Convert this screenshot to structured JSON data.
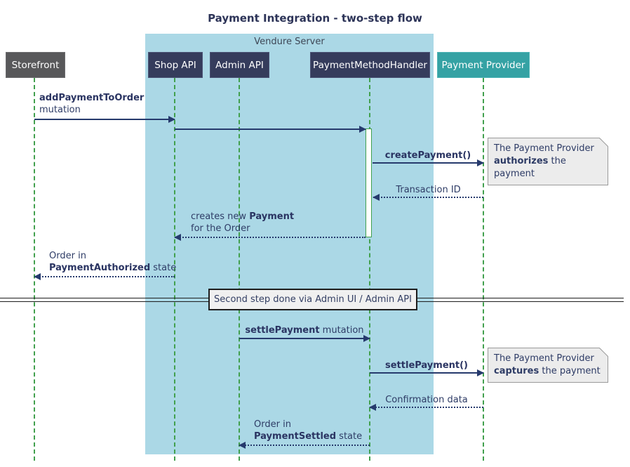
{
  "title": "Payment Integration - two-step flow",
  "server_frame": {
    "label": "Vendure Server"
  },
  "participants": [
    {
      "id": "storefront",
      "label": "Storefront"
    },
    {
      "id": "shop-api",
      "label": "Shop API"
    },
    {
      "id": "admin-api",
      "label": "Admin API"
    },
    {
      "id": "payment-method-handler",
      "label": "PaymentMethodHandler"
    },
    {
      "id": "payment-provider",
      "label": "Payment Provider"
    }
  ],
  "messages": {
    "add_payment": {
      "line1": "addPaymentToOrder",
      "line2": "mutation"
    },
    "create_payment": {
      "label": "createPayment()"
    },
    "transaction_id": {
      "label": "Transaction ID"
    },
    "creates_payment": {
      "line1_pre": "creates new ",
      "line1_bold": "Payment",
      "line2": "for the Order"
    },
    "order_authorized": {
      "line1": "Order in",
      "line2_bold": "PaymentAuthorized",
      "line2_post": " state"
    },
    "settle_mutation": {
      "bold": "settlePayment",
      "rest": " mutation"
    },
    "settle_payment": {
      "label": "settlePayment()"
    },
    "confirmation": {
      "label": "Confirmation data"
    },
    "order_settled": {
      "line1": "Order in",
      "line2_bold": "PaymentSettled",
      "line2_post": " state"
    }
  },
  "divider": {
    "label": "Second step done via Admin UI / Admin API"
  },
  "notes": [
    {
      "line1": "The Payment Provider",
      "bold": "authorizes",
      "rest": " the payment"
    },
    {
      "line1": "The Payment Provider",
      "bold": "captures",
      "rest": " the payment"
    }
  ],
  "colors": {
    "participant_navy": "#353c5c",
    "participant_gray": "#58585a",
    "participant_teal": "#35a2a4",
    "server_background": "#abd8e6",
    "lifeline_green": "#42a04e",
    "arrow_navy": "#263a6d",
    "note_background": "#ececec"
  }
}
